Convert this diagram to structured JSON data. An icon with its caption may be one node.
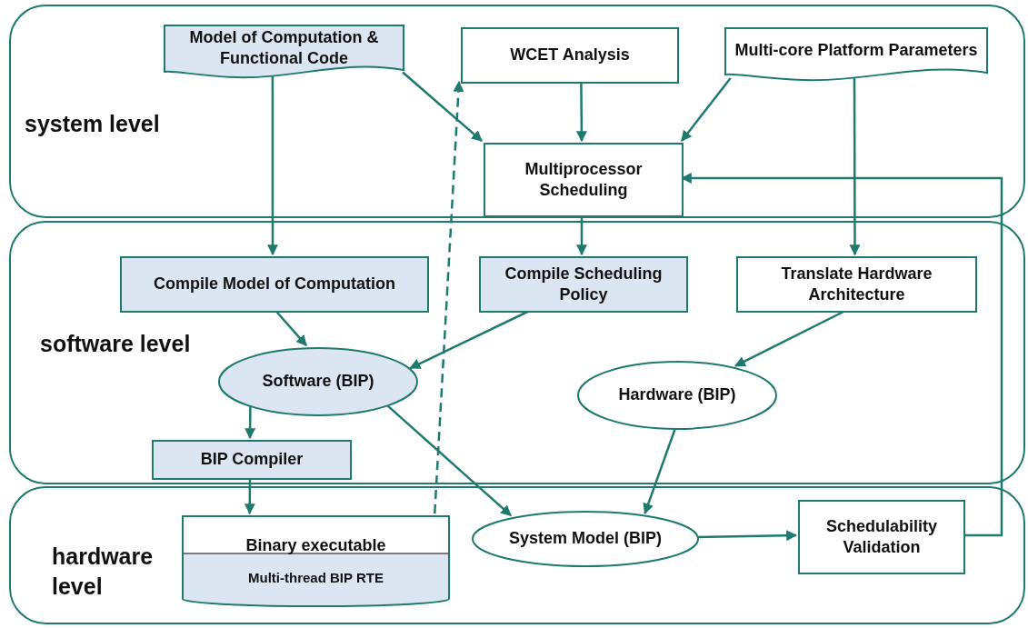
{
  "diagram": {
    "nodes": [
      {
        "text": [
          "system level"
        ]
      },
      {
        "text": [
          "Model of Computation & Functional Code"
        ],
        "in": 0
      },
      {
        "text": [
          "WCET Analysis"
        ],
        "in": 0
      },
      {
        "text": [
          "Multi-core Platform Parameters"
        ],
        "in": 0
      },
      {
        "text": [
          "Multiprocessor Scheduling"
        ],
        "in": 0
      },
      {
        "text": [
          "software level"
        ]
      },
      {
        "text": [
          "Compile Model of Computation"
        ],
        "in": 5
      },
      {
        "text": [
          "Compile Scheduling Policy"
        ],
        "in": 5
      },
      {
        "text": [
          "Translate Hardware Architecture"
        ],
        "in": 5
      },
      {
        "text": [
          "Software (BIP)"
        ],
        "in": 5
      },
      {
        "text": [
          "Hardware (BIP)"
        ],
        "in": 5
      },
      {
        "text": [
          "BIP Compiler"
        ],
        "in": 5
      },
      {
        "text": [
          "hardware level"
        ]
      },
      {
        "text": [
          "Binary executable",
          "Multi-thread BIP RTE"
        ],
        "in": 12
      },
      {
        "text": [
          "System Model (BIP)"
        ],
        "in": 12
      },
      {
        "text": [
          "Schedulability Validation"
        ],
        "in": 12
      }
    ],
    "edges": [
      {
        "from": 1,
        "to": 4,
        "arrow": "to"
      },
      {
        "from": 2,
        "to": 4,
        "arrow": "to"
      },
      {
        "from": 3,
        "to": 4,
        "arrow": "to"
      },
      {
        "from": 1,
        "to": 6,
        "arrow": "to"
      },
      {
        "from": 4,
        "to": 7,
        "arrow": "to"
      },
      {
        "from": 3,
        "to": 8,
        "arrow": "to"
      },
      {
        "from": 6,
        "to": 9,
        "arrow": "to"
      },
      {
        "from": 7,
        "to": 9,
        "arrow": "to"
      },
      {
        "from": 8,
        "to": 10,
        "arrow": "to"
      },
      {
        "from": 9,
        "to": 11,
        "arrow": "to"
      },
      {
        "from": 11,
        "to": 13,
        "arrow": "to"
      },
      {
        "from": 9,
        "to": 14,
        "arrow": "to"
      },
      {
        "from": 10,
        "to": 14,
        "arrow": "to"
      },
      {
        "from": 14,
        "to": 15,
        "arrow": "to"
      },
      {
        "from": 15,
        "to": 4,
        "arrow": "to"
      },
      {
        "from": 13,
        "to": 2,
        "arrow": "to",
        "style": "dashed"
      }
    ]
  }
}
